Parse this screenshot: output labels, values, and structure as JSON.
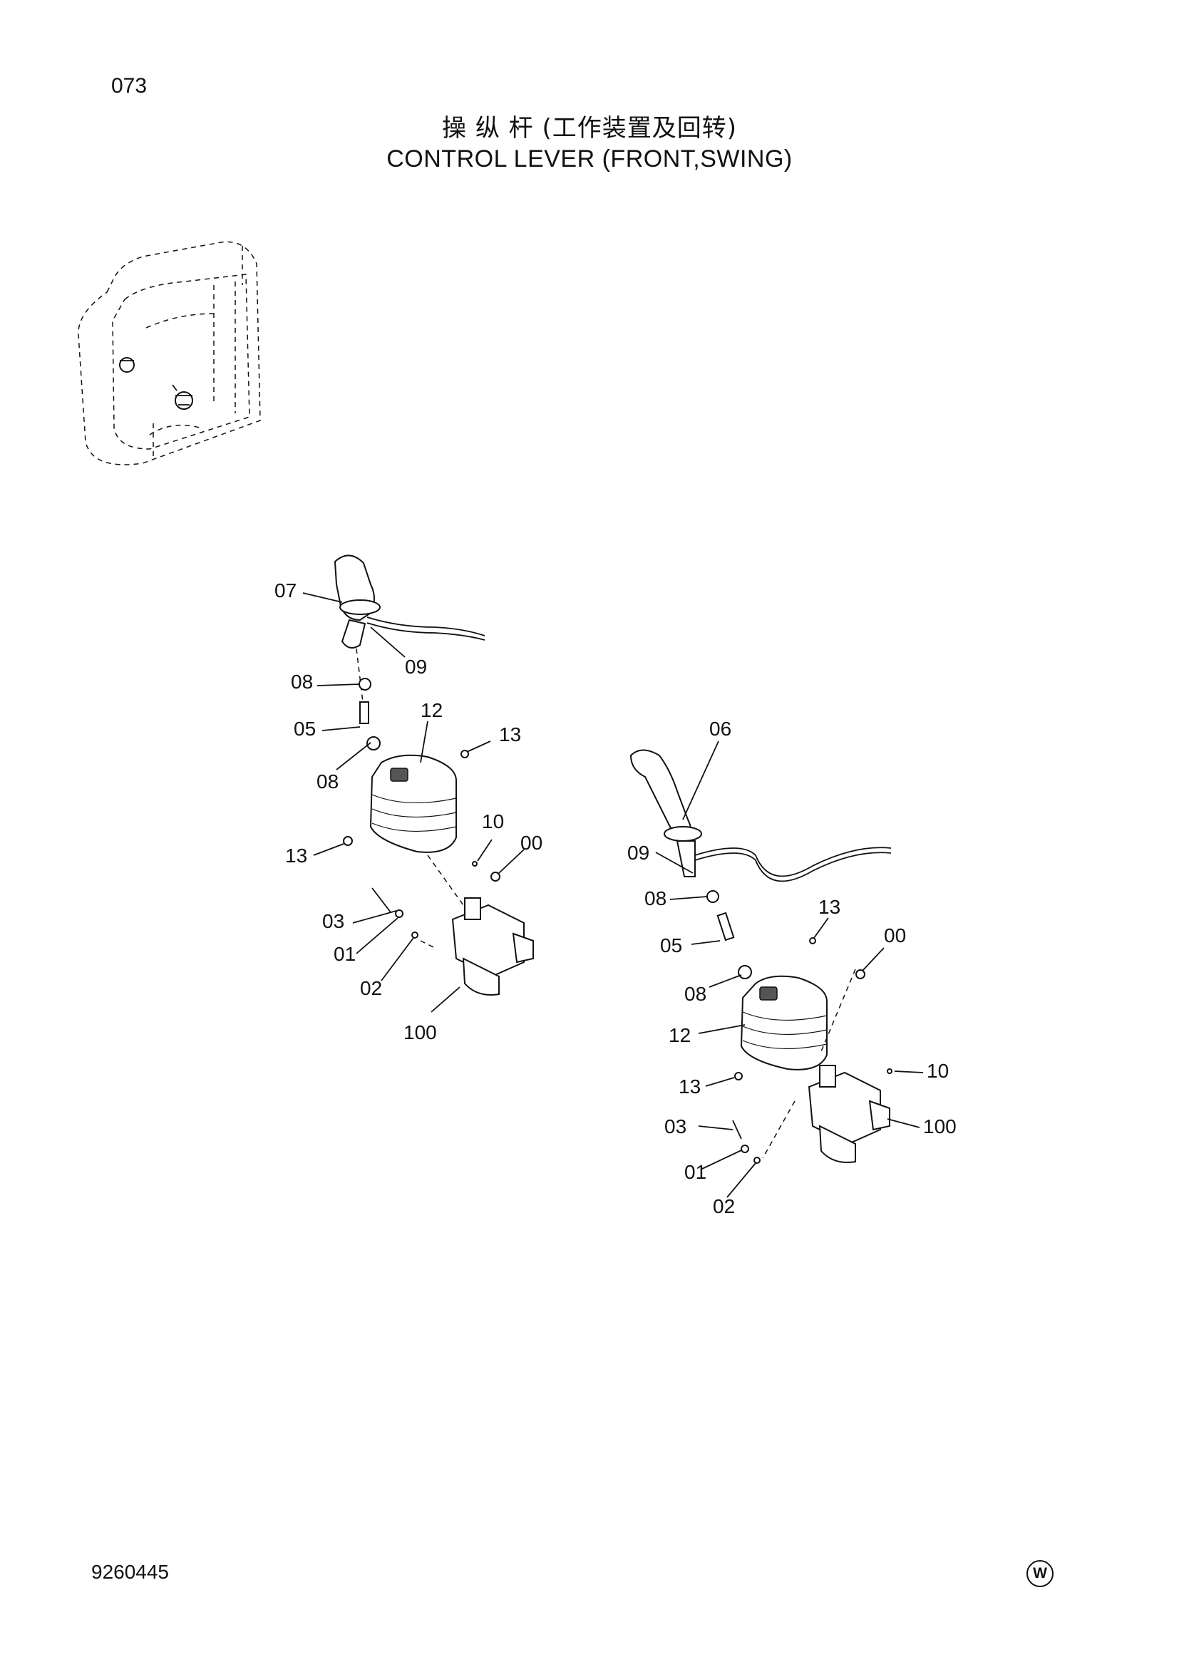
{
  "header": {
    "page_number": "073",
    "title_cn": "操 纵 杆 (工作装置及回转)",
    "title_en": "CONTROL LEVER (FRONT,SWING)"
  },
  "footer": {
    "doc_number": "9260445",
    "logo": "W"
  },
  "left_assembly": {
    "callouts": [
      "07",
      "09",
      "08",
      "05",
      "12",
      "13",
      "08",
      "13",
      "10",
      "00",
      "03",
      "01",
      "02",
      "100"
    ]
  },
  "right_assembly": {
    "callouts": [
      "06",
      "09",
      "08",
      "05",
      "13",
      "00",
      "08",
      "12",
      "13",
      "10",
      "100",
      "03",
      "01",
      "02"
    ]
  }
}
